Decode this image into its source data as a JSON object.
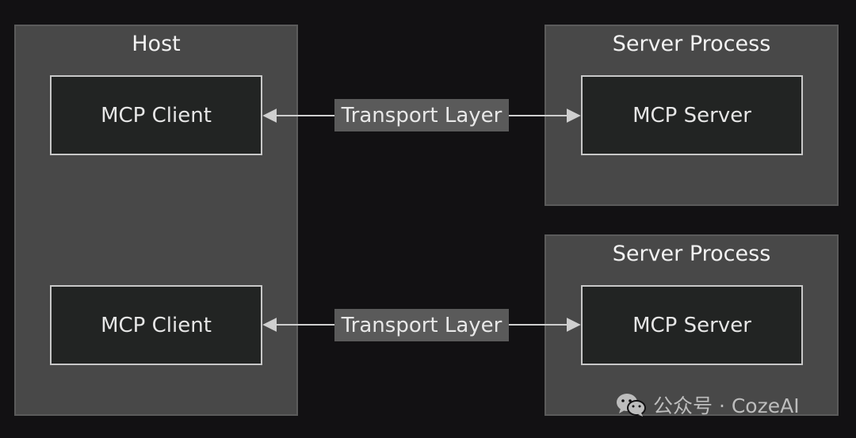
{
  "colors": {
    "background": "#121113",
    "cluster_fill": "#484848",
    "node_fill": "#222423",
    "node_border": "#c8c8c8",
    "edge": "#cfcfcf",
    "edge_label_fill": "#5a5a5a"
  },
  "host": {
    "title": "Host"
  },
  "clients": [
    {
      "label": "MCP Client"
    },
    {
      "label": "MCP Client"
    }
  ],
  "server_processes": [
    {
      "title": "Server Process",
      "server_label": "MCP Server"
    },
    {
      "title": "Server Process",
      "server_label": "MCP Server"
    }
  ],
  "edges": [
    {
      "from": "MCP Client",
      "to": "MCP Server",
      "label": "Transport Layer",
      "bidirectional": true
    },
    {
      "from": "MCP Client",
      "to": "MCP Server",
      "label": "Transport Layer",
      "bidirectional": true
    }
  ],
  "watermark": {
    "icon": "wechat-icon",
    "text": "公众号 · CozeAI"
  }
}
